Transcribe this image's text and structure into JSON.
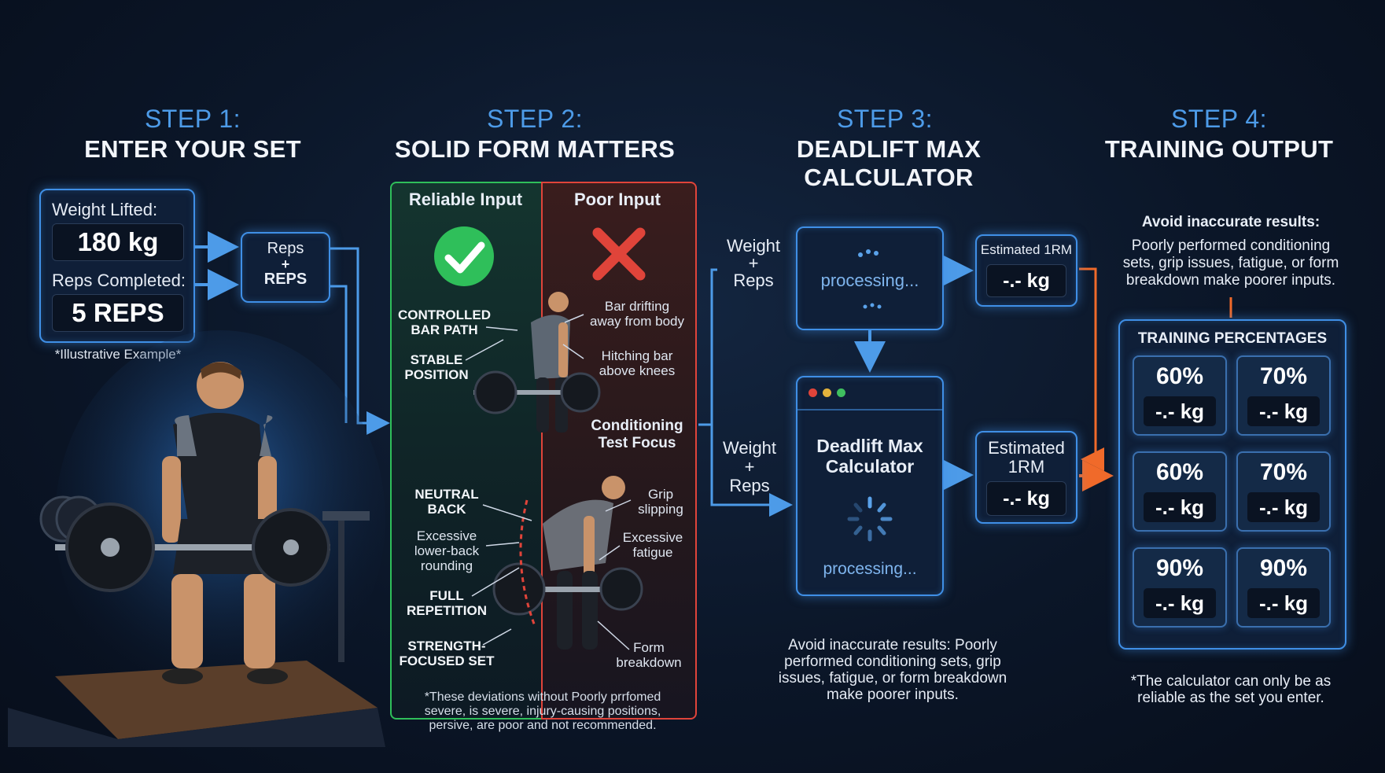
{
  "steps": [
    {
      "num": "STEP 1:",
      "title": "ENTER YOUR SET"
    },
    {
      "num": "STEP 2:",
      "title": "SOLID FORM MATTERS"
    },
    {
      "num": "STEP 3:",
      "title": "DEADLIFT MAX CALCULATOR"
    },
    {
      "num": "STEP 4:",
      "title": "TRAINING OUTPUT"
    }
  ],
  "step1": {
    "weight_label": "Weight Lifted:",
    "weight_value": "180 kg",
    "reps_label": "Reps Completed:",
    "reps_value": "5 REPS",
    "example_note": "*Illustrative Example*",
    "combo_top": "Reps",
    "combo_plus": "+",
    "combo_bottom": "REPS"
  },
  "step2": {
    "reliable_header": "Reliable Input",
    "poor_header": "Poor Input",
    "left_labels": [
      "CONTROLLED\nBAR PATH",
      "STABLE\nPOSITION",
      "NEUTRAL\nBACK",
      "Excessive\nlower-back\nrounding",
      "FULL\nREPETITION",
      "STRENGTH-\nFOCUSED SET"
    ],
    "right_labels": [
      "Bar drifting\naway from body",
      "Hitching bar\nabove knees",
      "Conditioning\nTest Focus",
      "Grip\nslipping",
      "Excessive\nfatigue",
      "Form\nbreakdown"
    ],
    "footnote": "*These deviations without Poorly prrfomed\nsevere, is severe, injury-causing positions,\npersive, are poor and not recommended."
  },
  "step3": {
    "input_top": "Weight\n+\nReps",
    "input_bottom": "Weight\n+\nReps",
    "processing_top": "processing...",
    "calc_title": "Deadlift Max\nCalculator",
    "processing_bottom": "processing...",
    "est_top_label": "Estimated 1RM",
    "est_top_value": "-.- kg",
    "est_bottom_label": "Estimated\n1RM",
    "est_bottom_value": "-.- kg",
    "note": "Avoid inaccurate results: Poorly\nperformed conditioning sets, grip\nissues, fatigue, or form breakdown\nmake poorer inputs."
  },
  "step4": {
    "warn_title": "Avoid inaccurate results:",
    "warn_body": "Poorly performed conditioning\nsets, grip issues, fatigue, or form\nbreakdown make poorer inputs.",
    "panel_title": "TRAINING PERCENTAGES",
    "cards": [
      {
        "pct": "60%",
        "kg": "-.- kg"
      },
      {
        "pct": "70%",
        "kg": "-.- kg"
      },
      {
        "pct": "60%",
        "kg": "-.- kg"
      },
      {
        "pct": "70%",
        "kg": "-.- kg"
      },
      {
        "pct": "90%",
        "kg": "-.- kg"
      },
      {
        "pct": "90%",
        "kg": "-.- kg"
      }
    ],
    "footnote": "*The calculator can only be as\nreliable as the set you enter."
  },
  "colors": {
    "accent_blue": "#3f8fe6",
    "reliable_green": "#2fbf5a",
    "poor_red": "#e0443a",
    "arrow_orange": "#f06a2a"
  }
}
